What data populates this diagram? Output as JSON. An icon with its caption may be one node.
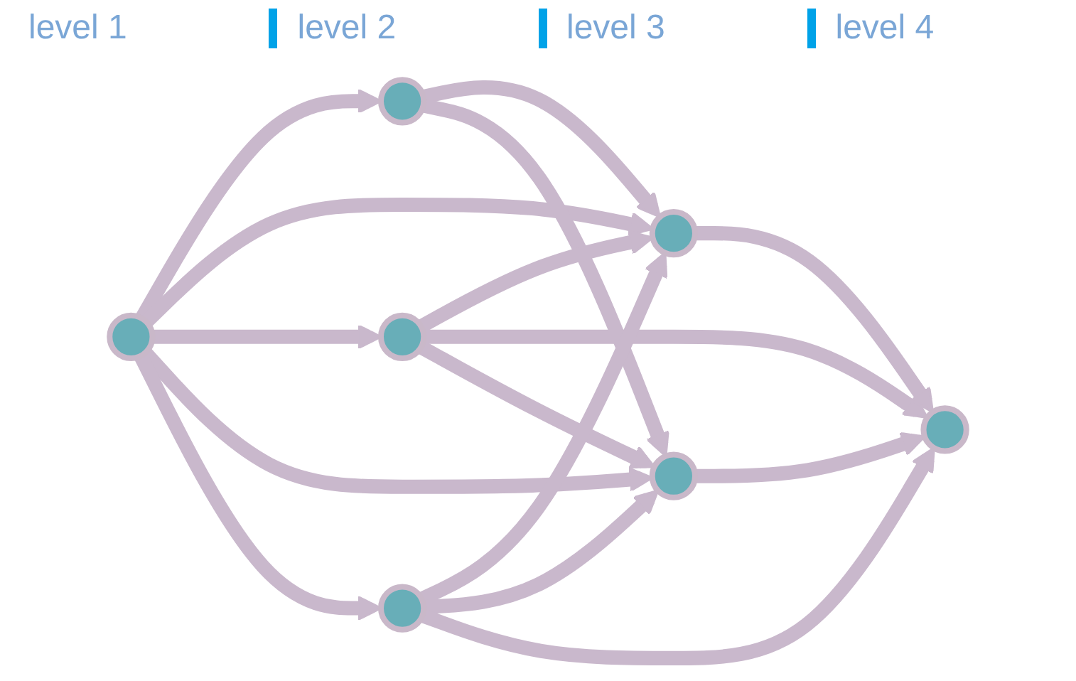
{
  "diagram": {
    "nodes": [
      {
        "text": [],
        "shape": "circle"
      },
      {
        "text": [],
        "shape": "circle"
      },
      {
        "text": [],
        "shape": "circle"
      },
      {
        "text": [],
        "shape": "circle"
      },
      {
        "text": [],
        "shape": "circle"
      },
      {
        "text": [],
        "shape": "circle"
      },
      {
        "text": [],
        "shape": "circle"
      }
    ],
    "edges": [
      {
        "from": 0,
        "to": 1,
        "arrow": "to"
      },
      {
        "from": 0,
        "to": 4,
        "arrow": "to"
      },
      {
        "from": 0,
        "to": 2,
        "arrow": "to"
      },
      {
        "from": 0,
        "to": 5,
        "arrow": "to"
      },
      {
        "from": 0,
        "to": 3,
        "arrow": "to"
      },
      {
        "from": 1,
        "to": 4,
        "arrow": "to"
      },
      {
        "from": 1,
        "to": 5,
        "arrow": "to"
      },
      {
        "from": 2,
        "to": 4,
        "arrow": "to"
      },
      {
        "from": 2,
        "to": 6,
        "arrow": "to"
      },
      {
        "from": 2,
        "to": 5,
        "arrow": "to"
      },
      {
        "from": 3,
        "to": 4,
        "arrow": "to"
      },
      {
        "from": 3,
        "to": 5,
        "arrow": "to"
      },
      {
        "from": 3,
        "to": 6,
        "arrow": "to"
      },
      {
        "from": 4,
        "to": 6,
        "arrow": "to"
      },
      {
        "from": 5,
        "to": 6,
        "arrow": "to"
      }
    ],
    "labels": [
      "level 1",
      "level 2",
      "level 3",
      "level 4"
    ]
  }
}
